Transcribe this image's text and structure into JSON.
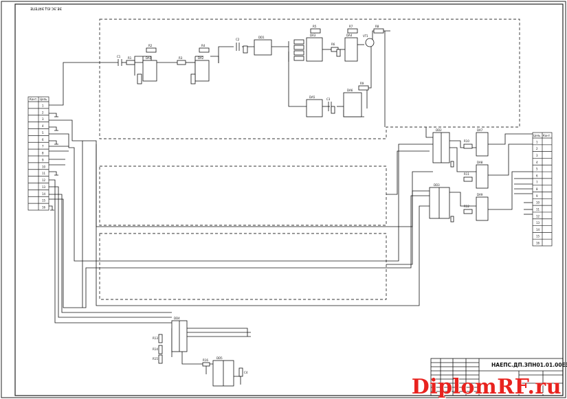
{
  "sheet": {
    "corner_code": "ЭЕ.ЭС.ЄЦ.ЭЯГЕПЕ",
    "doc_code": "НАЕПС.ДП.ЗПН01.01.00ЕЭ"
  },
  "left_table": {
    "headers": [
      "Конт.",
      "Цепь"
    ],
    "rows": [
      "1",
      "2",
      "3",
      "4",
      "5",
      "6",
      "7",
      "8",
      "9",
      "10",
      "11",
      "12",
      "13",
      "14",
      "15",
      "16"
    ]
  },
  "right_table": {
    "headers": [
      "Цепь",
      "Конт."
    ],
    "rows": [
      "1",
      "2",
      "3",
      "4",
      "5",
      "6",
      "7",
      "8",
      "9",
      "10",
      "11",
      "12",
      "13",
      "14",
      "15",
      "16"
    ]
  },
  "components": {
    "c1": "C1",
    "r1": "R1",
    "r2": "R2",
    "da1": "DA1",
    "r3": "R3",
    "r4": "R4",
    "da2": "DA2",
    "c2": "C2",
    "dd1": "DD1",
    "r5": "R5",
    "da3": "DA3",
    "r6": "R6",
    "da4": "DA4",
    "r7": "R7",
    "vt1": "VT1",
    "r8": "R8",
    "da5": "DA5",
    "c3": "C3",
    "da6": "DA6",
    "r9": "R9",
    "dd2": "DD2",
    "da7": "DA7",
    "r10": "R10",
    "da8": "DA8",
    "r11": "R11",
    "dd3": "DD3",
    "da9": "DA9",
    "r12": "R12",
    "dd4": "DD4",
    "r13": "R13",
    "r14": "R14",
    "r15": "R15",
    "r16": "R16",
    "dd5": "DD5",
    "c4": "C4"
  },
  "watermark": "DiplomRF.ru"
}
